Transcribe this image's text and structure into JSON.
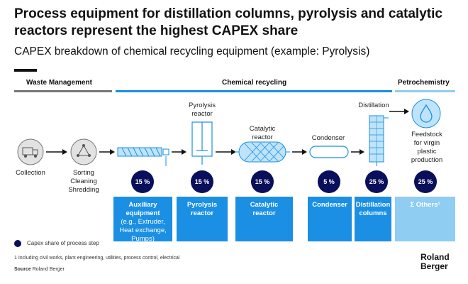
{
  "title": "Process equipment for distillation columns, pyrolysis and catalytic reactors represent the highest CAPEX share",
  "subtitle": "CAPEX breakdown of chemical recycling equipment (example: Pyrolysis)",
  "phases": {
    "waste": "Waste Management",
    "chem": "Chemical recycling",
    "petro": "Petrochemistry"
  },
  "steps": {
    "collection": "Collection",
    "sorting": [
      "Sorting",
      "Cleaning",
      "Shredding"
    ],
    "pyrolysis": [
      "Pyrolysis",
      "reactor"
    ],
    "catalytic": [
      "Catalytic",
      "reactor"
    ],
    "condenser": "Condenser",
    "distillation": "Distillation",
    "feedstock": [
      "Feedstock",
      "for virgin",
      "plastic",
      "production"
    ]
  },
  "capex": [
    {
      "share": "15 %",
      "title": [
        "Auxiliary",
        "equipment"
      ],
      "detail": [
        "(e.g., Extruder,",
        "Heat exchange,",
        "Pumps)"
      ]
    },
    {
      "share": "15 %",
      "title": [
        "Pyrolysis",
        "reactor"
      ],
      "detail": []
    },
    {
      "share": "15 %",
      "title": [
        "Catalytic",
        "reactor"
      ],
      "detail": []
    },
    {
      "share": "5 %",
      "title": [
        "Condenser"
      ],
      "detail": []
    },
    {
      "share": "25 %",
      "title": [
        "Distillation",
        "columns"
      ],
      "detail": []
    },
    {
      "share": "25 %",
      "title": [
        "Σ Others¹"
      ],
      "detail": []
    }
  ],
  "legend": "Capex share of process step",
  "footnote": "1 Including civil works, plant engineering, utilities, process control, electrical",
  "source_label": "Source",
  "source_value": "Roland Berger",
  "logo": [
    "Roland",
    "Berger"
  ],
  "colors": {
    "navy": "#0a0f5c",
    "blue": "#1a8fe3",
    "light_blue": "#8fcdf2",
    "grey": "#777777"
  }
}
